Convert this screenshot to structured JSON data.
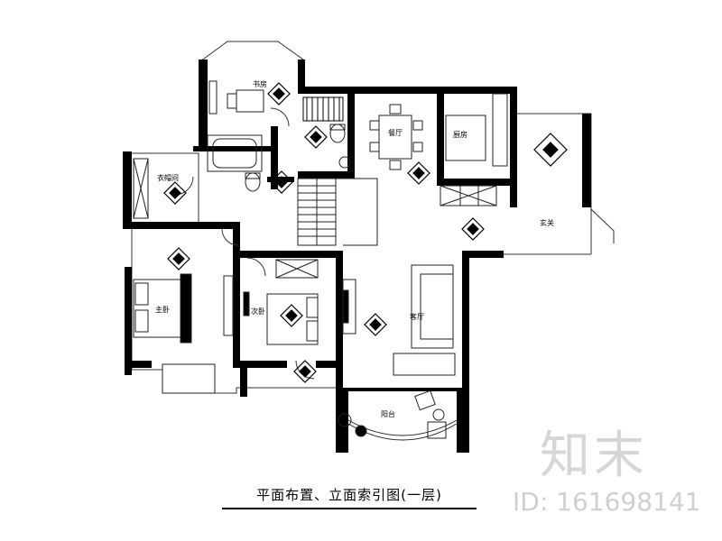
{
  "title": "平面布置、立面索引图(一层)",
  "watermark": {
    "logo": "知末",
    "id": "ID: 161698141"
  },
  "rooms": [
    {
      "key": "study",
      "label": "书房"
    },
    {
      "key": "dining",
      "label": "餐厅"
    },
    {
      "key": "kitchen",
      "label": "厨房"
    },
    {
      "key": "entrance",
      "label": "玄关"
    },
    {
      "key": "living",
      "label": "客厅"
    },
    {
      "key": "master",
      "label": "主卧"
    },
    {
      "key": "bedroom",
      "label": "次卧"
    },
    {
      "key": "cloak",
      "label": "衣帽间"
    },
    {
      "key": "balcony",
      "label": "阳台"
    }
  ],
  "colors": {
    "wall": "#000000",
    "line": "#222222",
    "watermark": "#d6d6d6"
  }
}
